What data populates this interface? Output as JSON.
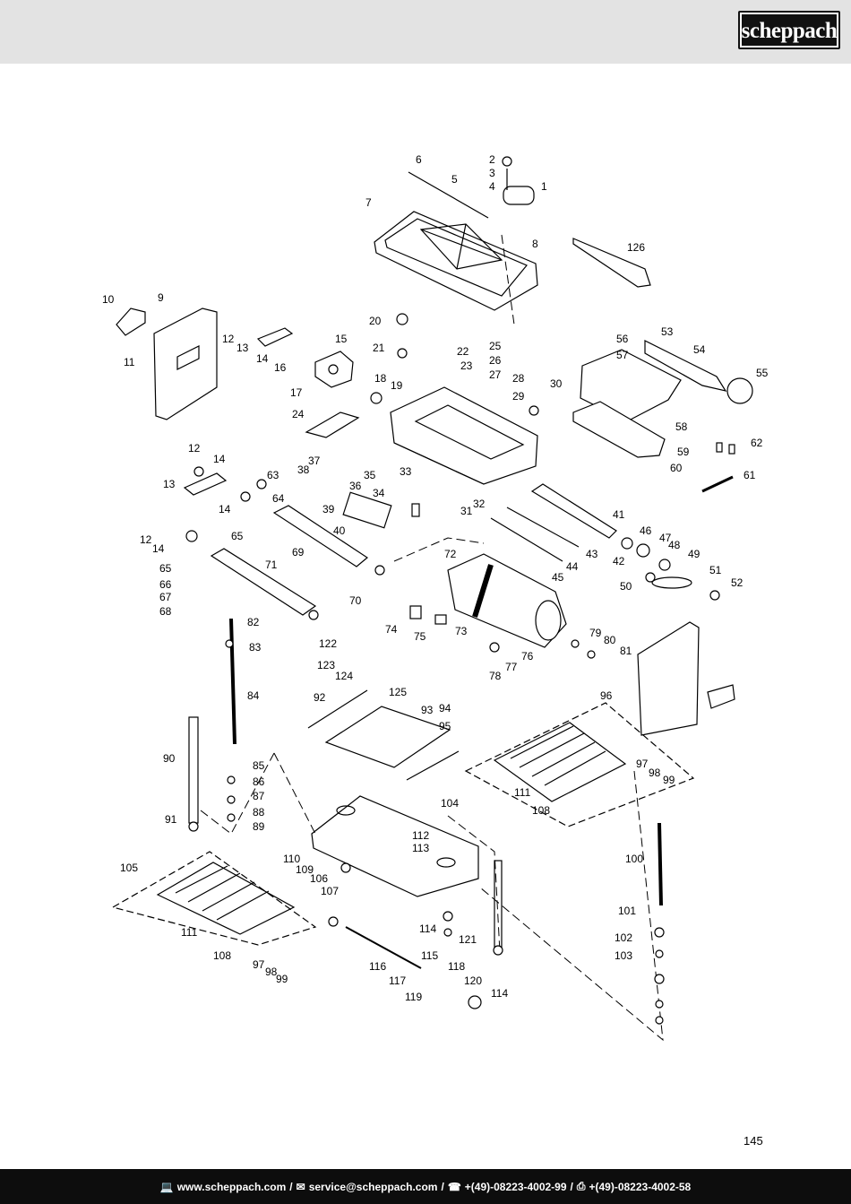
{
  "header": {
    "logo_text": "scheppach"
  },
  "page_number": "145",
  "footer": {
    "website": "www.scheppach.com",
    "email": "service@scheppach.com",
    "phone": "+(49)-08223-4002-99",
    "fax": "+(49)-08223-4002-58",
    "separator": "/"
  },
  "diagram": {
    "part_numbers": [
      "1",
      "2",
      "3",
      "4",
      "5",
      "6",
      "7",
      "8",
      "9",
      "10",
      "11",
      "12",
      "12",
      "13",
      "13",
      "14",
      "14",
      "14",
      "15",
      "16",
      "17",
      "18",
      "19",
      "20",
      "21",
      "22",
      "23",
      "24",
      "25",
      "26",
      "27",
      "28",
      "29",
      "30",
      "31",
      "32",
      "33",
      "34",
      "35",
      "36",
      "37",
      "38",
      "39",
      "40",
      "41",
      "42",
      "43",
      "44",
      "45",
      "46",
      "47",
      "48",
      "49",
      "50",
      "51",
      "52",
      "53",
      "54",
      "55",
      "56",
      "57",
      "58",
      "59",
      "60",
      "61",
      "62",
      "63",
      "64",
      "65",
      "65",
      "66",
      "67",
      "68",
      "69",
      "70",
      "71",
      "72",
      "73",
      "74",
      "75",
      "76",
      "77",
      "78",
      "79",
      "80",
      "81",
      "82",
      "83",
      "84",
      "85",
      "86",
      "87",
      "88",
      "89",
      "90",
      "91",
      "92",
      "93",
      "94",
      "95",
      "96",
      "97",
      "97",
      "98",
      "98",
      "99",
      "99",
      "100",
      "101",
      "102",
      "103",
      "104",
      "105",
      "106",
      "107",
      "108",
      "108",
      "109",
      "110",
      "111",
      "111",
      "112",
      "113",
      "114",
      "114",
      "115",
      "116",
      "117",
      "118",
      "119",
      "120",
      "121",
      "122",
      "123",
      "124",
      "125",
      "126"
    ]
  }
}
